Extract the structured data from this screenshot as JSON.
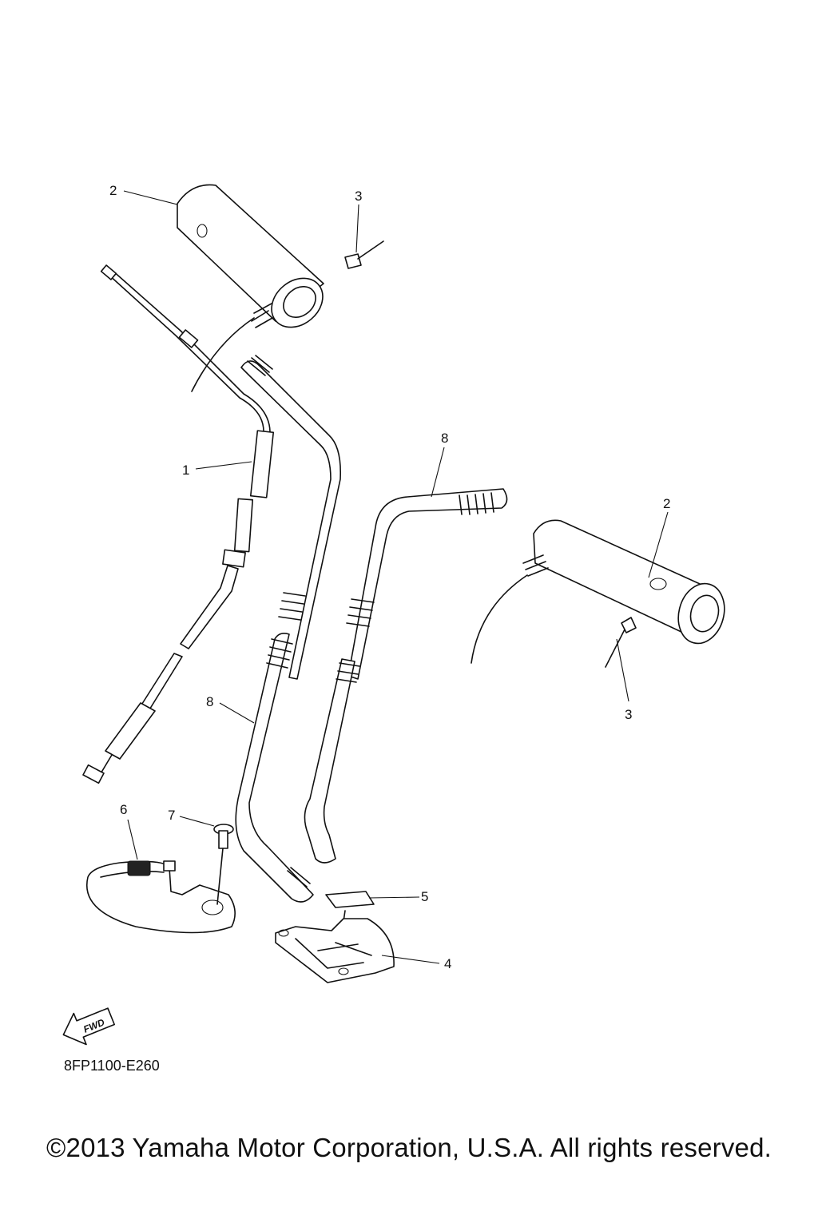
{
  "callouts": {
    "c2a": "2",
    "c3a": "3",
    "c1": "1",
    "c8a": "8",
    "c2b": "2",
    "c3b": "3",
    "c8b": "8",
    "c6": "6",
    "c7": "7",
    "c5": "5",
    "c4": "4"
  },
  "fwd_label": "FWD",
  "drawing_code": "8FP1100-E260",
  "copyright": "©2013 Yamaha Motor Corporation, U.S.A. All rights reserved."
}
